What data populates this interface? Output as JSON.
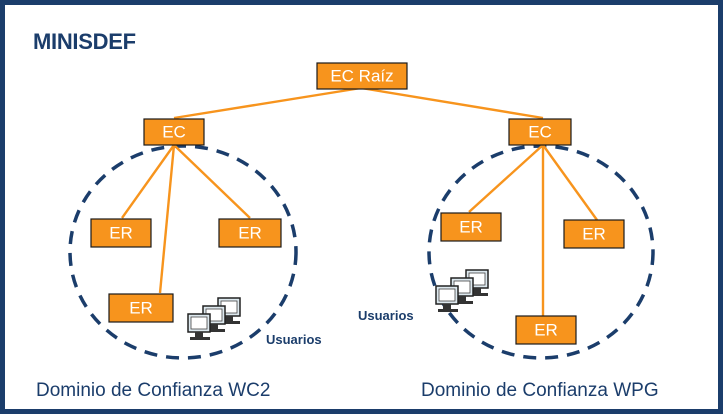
{
  "title": "MINISDEF",
  "nodes": {
    "root": "EC Raíz",
    "ec_left": "EC",
    "ec_right": "EC",
    "er_left_1": "ER",
    "er_left_2": "ER",
    "er_left_3": "ER",
    "er_right_1": "ER",
    "er_right_2": "ER",
    "er_right_3": "ER"
  },
  "users_label_left": "Usuarios",
  "users_label_right": "Usuarios",
  "domains": {
    "left": "Dominio de Confianza WC2",
    "right": "Dominio de Confianza WPG"
  },
  "colors": {
    "frame": "#1b3d6b",
    "node_fill": "#f7941d",
    "link": "#f7941d",
    "domain_circle": "#1b3d6b",
    "text_blue": "#1b3d6b"
  },
  "icons": [
    "computers-icon",
    "computers-icon"
  ]
}
